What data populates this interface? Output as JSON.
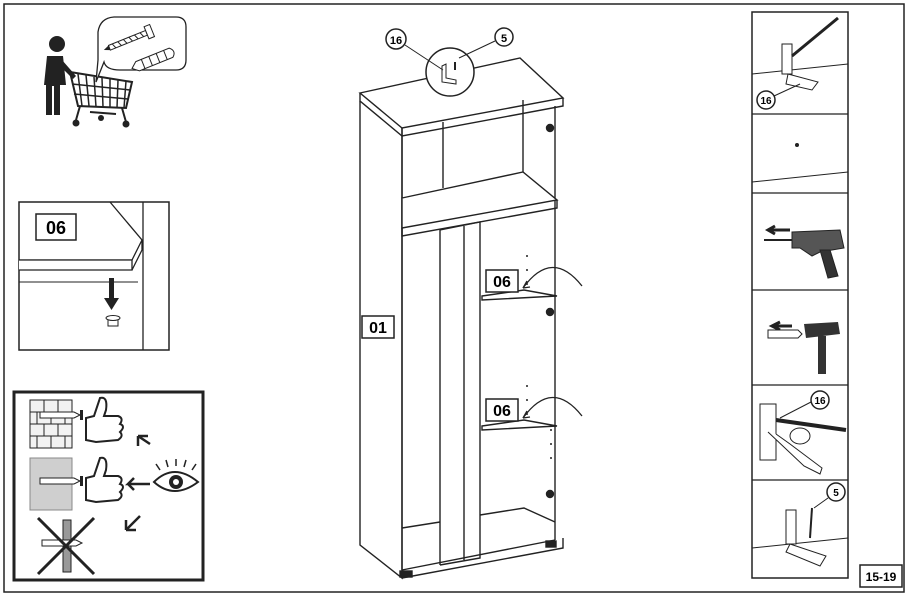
{
  "page": {
    "step_range": "15-19"
  },
  "parts": {
    "shelf_pin_part": "06",
    "side_panel_part": "01",
    "shelf_upper_part": "06",
    "shelf_lower_part": "06"
  },
  "fittings": {
    "bracket": "16",
    "screw": "5"
  },
  "steps_column": {
    "bracket_ref_top": "16",
    "bracket_ref_bottom": "16",
    "screw_ref": "5"
  },
  "icons": [
    "shopping-cart-person-icon",
    "screw-and-dowel-icon",
    "thumbs-up-icon",
    "eye-icon",
    "drill-icon",
    "hammer-icon",
    "screwdriver-icon",
    "wall-bracket-icon"
  ]
}
